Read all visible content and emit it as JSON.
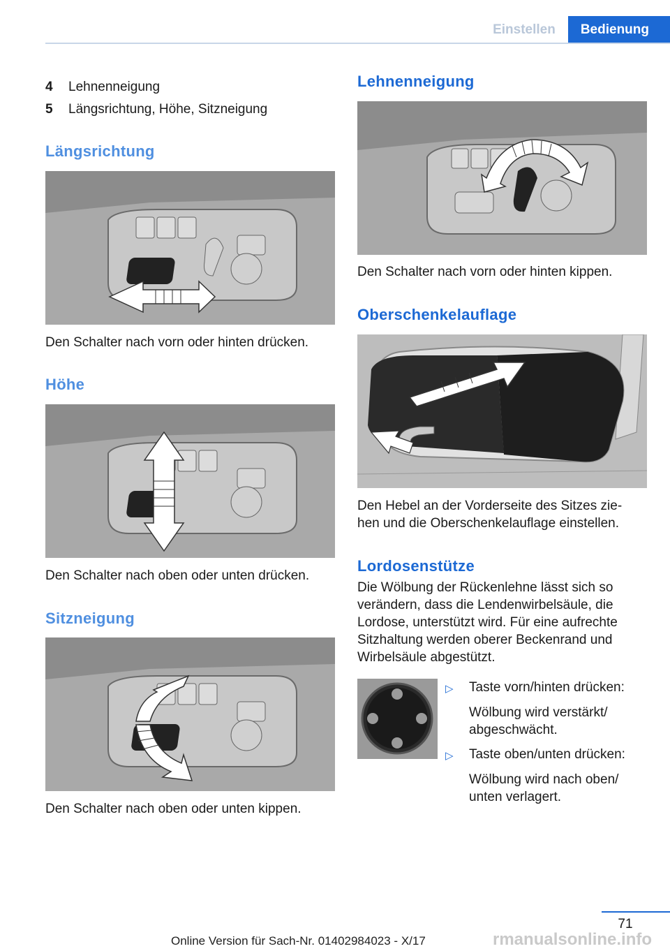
{
  "header": {
    "tab_inactive": "Einstellen",
    "tab_active": "Bedienung",
    "accent": "#1c69d4"
  },
  "left": {
    "list": [
      {
        "num": "4",
        "text": "Lehnenneigung"
      },
      {
        "num": "5",
        "text": "Längsrichtung, Höhe, Sitzneigung"
      }
    ],
    "sections": [
      {
        "title": "Längsrichtung",
        "caption": "Den Schalter nach vorn oder hinten drücken."
      },
      {
        "title": "Höhe",
        "caption": "Den Schalter nach oben oder unten drücken."
      },
      {
        "title": "Sitzneigung",
        "caption": "Den Schalter nach oben oder unten kippen."
      }
    ]
  },
  "right": {
    "lehne": {
      "title": "Lehnenneigung",
      "caption": "Den Schalter nach vorn oder hinten kippen."
    },
    "ober": {
      "title": "Oberschenkelauflage",
      "caption_1": "Den Hebel an der Vorderseite des Sitzes zie‐",
      "caption_2": "hen und die Oberschenkelauflage einstellen."
    },
    "lordose": {
      "title": "Lordosenstütze",
      "lines": [
        "Die Wölbung der Rückenlehne lässt sich so",
        "verändern, dass die Lendenwirbelsäule, die",
        "Lordose, unterstützt wird. Für eine aufrechte",
        "Sitzhaltung werden oberer Beckenrand und",
        "Wirbelsäule abgestützt."
      ],
      "bullets": [
        {
          "mark": "▷",
          "text": "Taste vorn/hinten drücken:",
          "sub_1": "Wölbung wird verstärkt/",
          "sub_2": "abgeschwächt."
        },
        {
          "mark": "▷",
          "text": "Taste oben/unten drücken:",
          "sub_1": "Wölbung wird nach oben/",
          "sub_2": "unten verlagert."
        }
      ]
    }
  },
  "footer": {
    "page": "71",
    "line": "Online Version für Sach-Nr. 01402984023 - X/17",
    "watermark": "rmanualsonline.info"
  }
}
